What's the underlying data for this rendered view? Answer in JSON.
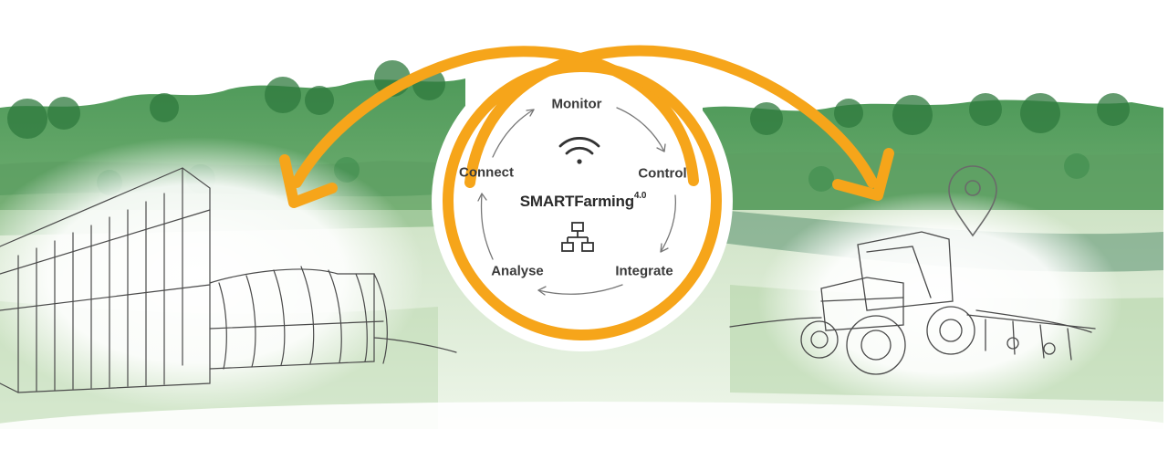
{
  "diagram": {
    "brand": "SMARTFarming",
    "brand_superscript": "4.0",
    "cycle_steps": [
      {
        "id": "monitor",
        "label": "Monitor"
      },
      {
        "id": "control",
        "label": "Control"
      },
      {
        "id": "integrate",
        "label": "Integrate"
      },
      {
        "id": "analyse",
        "label": "Analyse"
      },
      {
        "id": "connect",
        "label": "Connect"
      }
    ],
    "icons": [
      "wifi-icon",
      "network-icon",
      "location-pin-icon",
      "greenhouse-sketch",
      "tractor-sketch"
    ],
    "colors": {
      "accent": "#f6a51a",
      "landscape_dark": "#3f8a4a",
      "landscape_light": "#a9cf9c",
      "text": "#3a3a3a"
    }
  }
}
